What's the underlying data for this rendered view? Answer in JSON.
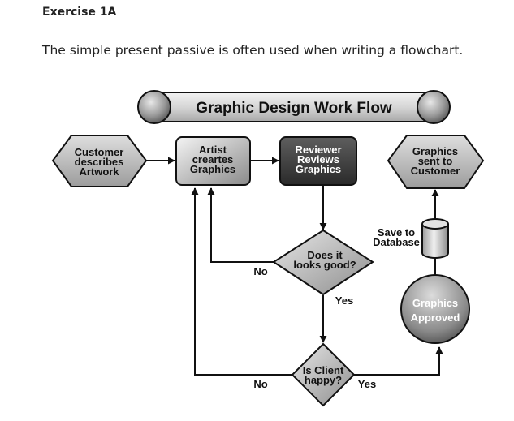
{
  "exercise": {
    "heading": "Exercise 1A",
    "intro": "The simple present passive is often used when writing a flowchart."
  },
  "diagram": {
    "title": "Graphic Design Work Flow",
    "nodes": {
      "customer": [
        "Customer",
        "describes",
        "Artwork"
      ],
      "artist": [
        "Artist",
        "creartes",
        "Graphics"
      ],
      "reviewer": [
        "Reviewer",
        "Reviews",
        "Graphics"
      ],
      "sent": [
        "Graphics",
        "sent to",
        "Customer"
      ],
      "looks_good": [
        "Does it",
        "looks good?"
      ],
      "client_happy": [
        "Is Client",
        "happy?"
      ],
      "approved": [
        "Graphics",
        "Approved"
      ],
      "database": [
        "Save to",
        "Database"
      ]
    },
    "edges": {
      "looks_no": "No",
      "looks_yes": "Yes",
      "client_no": "No",
      "client_yes": "Yes"
    }
  }
}
